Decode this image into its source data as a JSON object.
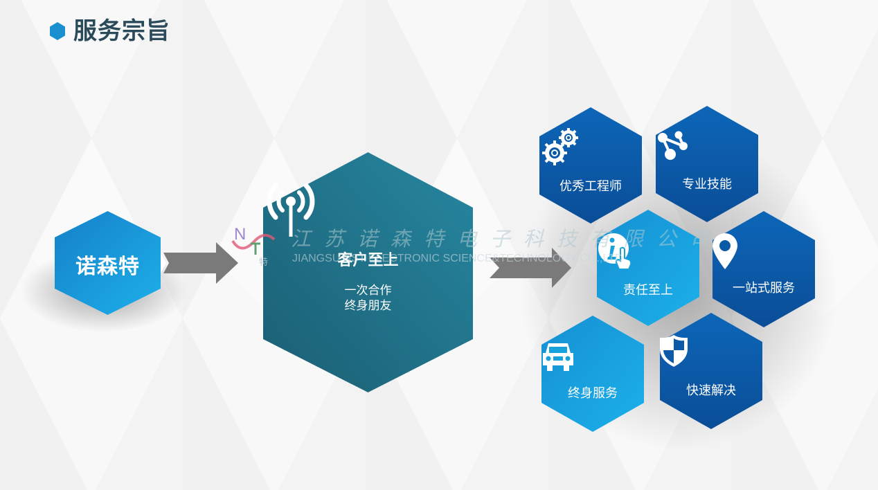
{
  "page": {
    "title": "服务宗旨",
    "title_color": "#2b4a5a",
    "bullet_color": "#1a8fd0"
  },
  "flow": {
    "source": {
      "label": "诺森特",
      "color": "#1a9ad8"
    },
    "center": {
      "icon": "antenna-signal-icon",
      "title": "客户至上",
      "subtitle_line1": "一次合作",
      "subtitle_line2": "终身朋友",
      "color": "#217a8f"
    },
    "arrow_color": "#7a7a7a",
    "services": [
      {
        "label": "优秀工程师",
        "icon": "gears-icon",
        "color": "#0b5aa8"
      },
      {
        "label": "专业技能",
        "icon": "connection-nodes-icon",
        "color": "#0b5aa8"
      },
      {
        "label": "责任至上",
        "icon": "info-touch-icon",
        "color": "#18a2dc"
      },
      {
        "label": "一站式服务",
        "icon": "map-pin-icon",
        "color": "#0b5aa8"
      },
      {
        "label": "终身服务",
        "icon": "car-icon",
        "color": "#18a2dc"
      },
      {
        "label": "快速解决",
        "icon": "shield-icon",
        "color": "#0b5aa8"
      }
    ]
  },
  "watermark": {
    "logo_text": "特",
    "company_cn": "江苏诺森特电子科技有限公司",
    "company_en": "JIANGSU NST ELECTRONIC SCIENCE&TECHNOLOGY CO.,LTD"
  }
}
